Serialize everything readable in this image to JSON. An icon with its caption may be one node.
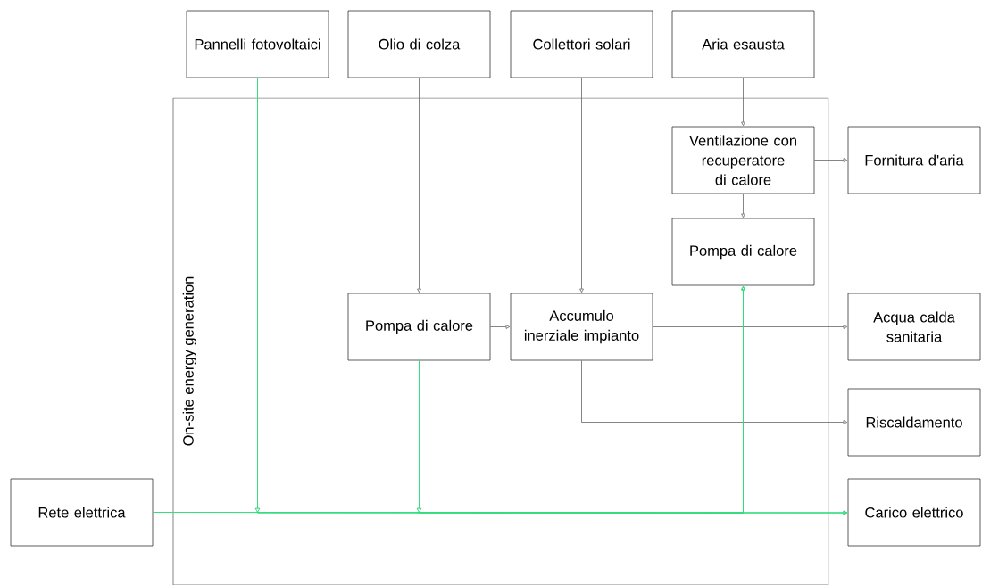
{
  "diagram": {
    "nodes": [
      {
        "text": [
          "Pannelli fotovoltaici"
        ]
      },
      {
        "text": [
          "Olio di colza"
        ]
      },
      {
        "text": [
          "Collettori solari"
        ]
      },
      {
        "text": [
          "Aria esausta"
        ]
      },
      {
        "text": [
          "On-site energy generation"
        ]
      },
      {
        "text": [
          "Ventilazione con recuperatore di calore"
        ],
        "in": 4
      },
      {
        "text": [
          "Fornitura d'aria"
        ]
      },
      {
        "text": [
          "Pompa di calore"
        ],
        "in": 4
      },
      {
        "text": [
          "Pompa di calore"
        ],
        "in": 4
      },
      {
        "text": [
          "Accumulo inerziale impianto"
        ],
        "in": 4
      },
      {
        "text": [
          "Acqua calda sanitaria"
        ]
      },
      {
        "text": [
          "Riscaldamento"
        ]
      },
      {
        "text": [
          "Rete elettrica"
        ]
      },
      {
        "text": [
          "Carico elettrico"
        ]
      }
    ],
    "edges": [
      {
        "from": 3,
        "to": 5,
        "arrow": "to"
      },
      {
        "from": 5,
        "to": 6,
        "arrow": "to"
      },
      {
        "from": 5,
        "to": 7,
        "arrow": "to"
      },
      {
        "from": 1,
        "to": 8,
        "arrow": "to"
      },
      {
        "from": 2,
        "to": 9,
        "arrow": "to"
      },
      {
        "from": 8,
        "to": 9,
        "arrow": "to"
      },
      {
        "from": 9,
        "to": 10,
        "arrow": "to"
      },
      {
        "from": 9,
        "to": 11,
        "arrow": "to"
      },
      {
        "from": 12,
        "to": 13,
        "arrow": "to",
        "color": "#2ddc7a"
      },
      {
        "from": 0,
        "to": 13,
        "arrow": "to",
        "color": "#2ddc7a"
      },
      {
        "from": 8,
        "to": 13,
        "arrow": "to",
        "color": "#2ddc7a"
      },
      {
        "from": 12,
        "to": 7,
        "arrow": "to",
        "color": "#2ddc7a"
      },
      {
        "from": 0,
        "to": 7,
        "arrow": "to",
        "color": "#2ddc7a"
      },
      {
        "from": 8,
        "to": 7,
        "arrow": "to",
        "color": "#2ddc7a"
      }
    ]
  }
}
